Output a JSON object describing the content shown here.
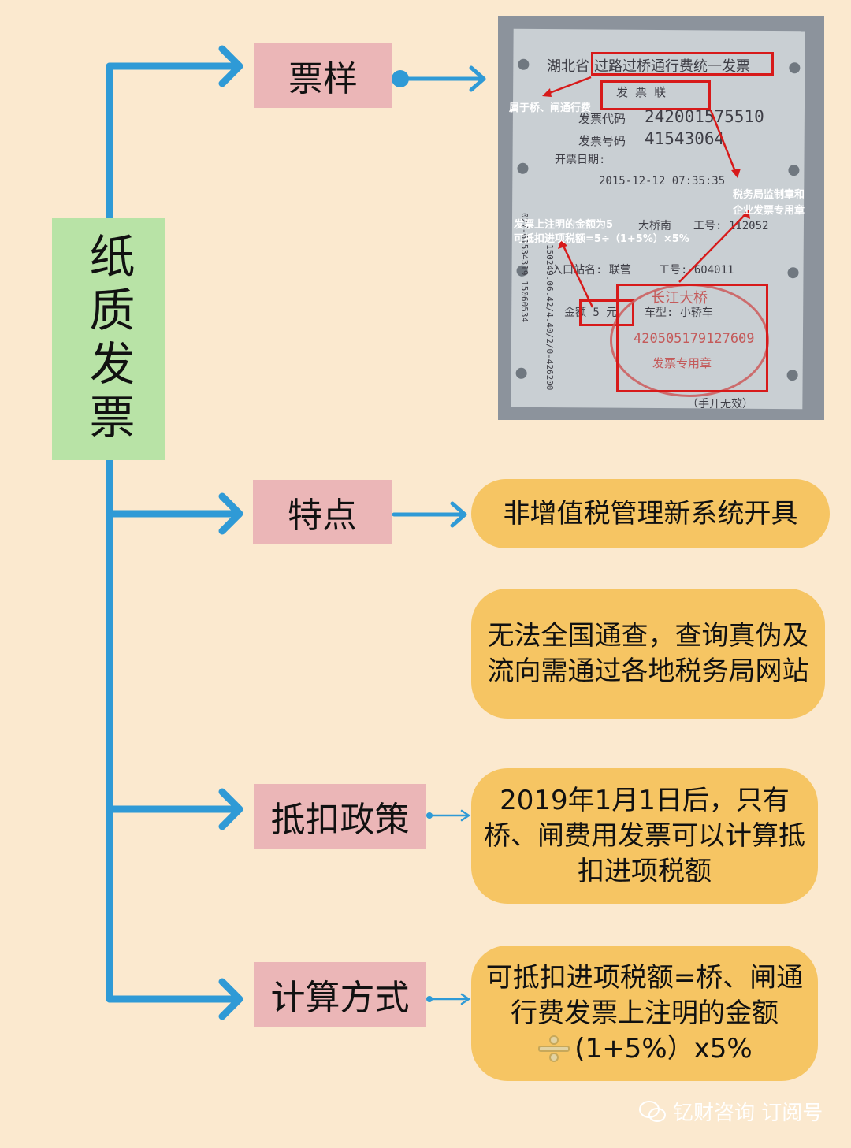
{
  "root": {
    "label": "纸质发票"
  },
  "branches": [
    {
      "label": "票样"
    },
    {
      "label": "特点"
    },
    {
      "label": "抵扣政策"
    },
    {
      "label": "计算方式"
    }
  ],
  "features": [
    "非增值税管理新系统开具",
    "无法全国通查，查询真伪及流向需通过各地税务局网站"
  ],
  "policy": "2019年1月1日后，只有桥、闸费用发票可以计算抵扣进项税额",
  "formula": {
    "line": "可抵扣进项税额=桥、闸通行费发票上注明的金额",
    "tail": "(1+5%）x5%"
  },
  "invoice": {
    "title_prefix": "湖北省",
    "title": "过路过桥通行费统一发票",
    "copy_label": "发 票 联",
    "code_label": "发票代码",
    "code": "242001575510",
    "number_label": "发票号码",
    "number": "41543064",
    "date_label": "开票日期:",
    "date": "2015-12-12  07:35:35",
    "station": "大桥南",
    "worker1": "工号: 112052",
    "entry": "入口站名: 联营",
    "worker2": "工号: 604011",
    "amount": "金额 5 元",
    "vehicle": "车型: 小轿车",
    "stamp_name": "长江大桥",
    "stamp_tax_id": "420505179127609",
    "stamp_label": "发票专用章",
    "side_text1": "027-61534319  15060534",
    "side_text2": "150249.06.42/4.40/2/0-426200",
    "handwritten_invalid": "（手开无效）",
    "annotations": {
      "bridge_fee": "属于桥、闸通行费",
      "seal": [
        "税务局监制章和",
        "企业发票专用章"
      ],
      "calc": [
        "发票上注明的金额为5",
        "可抵扣进项税额=5÷（1+5%）×5%"
      ]
    }
  },
  "watermark": "钇财咨询 订阅号",
  "colors": {
    "line": "#2f9ad6",
    "root": "#b8e3a6",
    "node": "#ebb6b7",
    "bubble": "#f6c563",
    "background": "#fbe9cf"
  }
}
